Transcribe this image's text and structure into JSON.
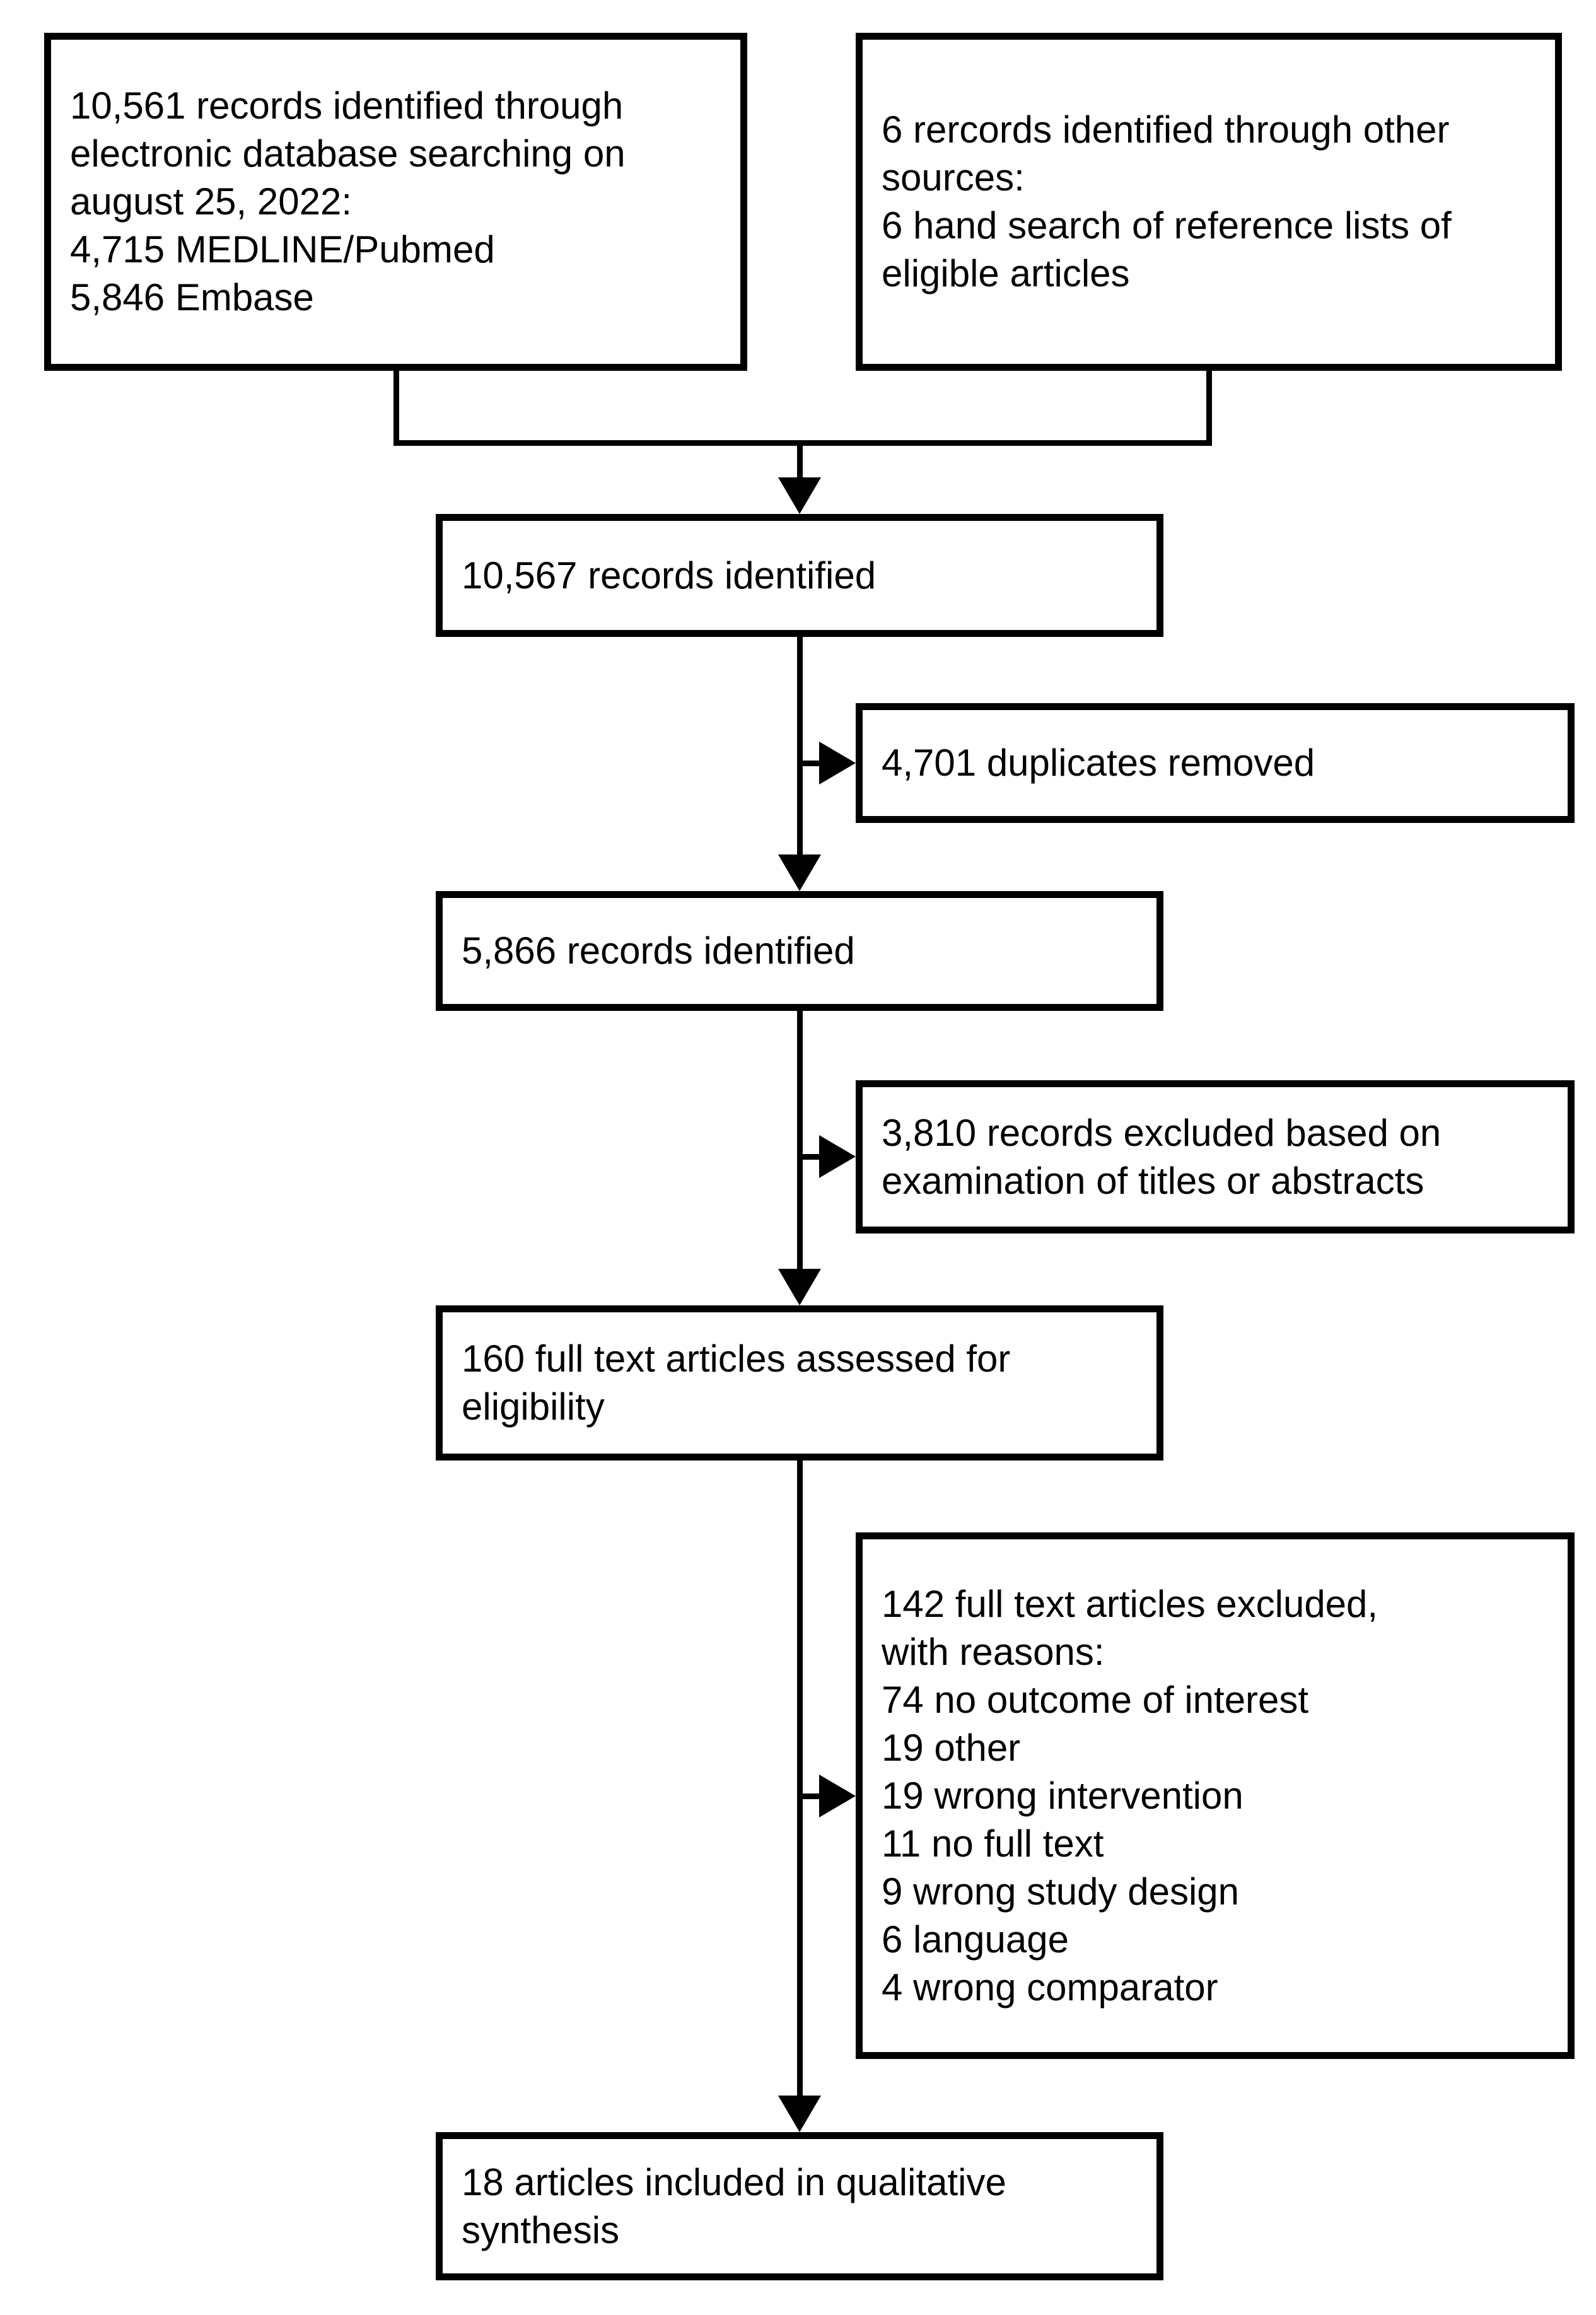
{
  "colors": {
    "line": "#000000",
    "text": "#000000",
    "background": "#ffffff"
  },
  "boxes": {
    "database_records": {
      "text": "10,561 records identified through\nelectronic database searching on\naugust 25, 2022:\n4,715 MEDLINE/Pubmed\n5,846 Embase"
    },
    "other_sources": {
      "text": "6 rercords identified through other\nsources:\n6 hand search of reference lists of\neligible articles"
    },
    "records_identified": {
      "text": "10,567 records identified"
    },
    "duplicates_removed": {
      "text": "4,701 duplicates removed"
    },
    "records_after_duplicates": {
      "text": "5,866 records identified"
    },
    "records_excluded": {
      "text": "3,810 records excluded based on\nexamination of titles or abstracts"
    },
    "fulltext_assessed": {
      "text": "160 full text articles assessed for\neligibility"
    },
    "fulltext_excluded": {
      "text": "142 full text articles excluded,\nwith reasons:\n74 no outcome of interest\n19 other\n19 wrong intervention\n11 no full text\n9 wrong study design\n6 language\n4 wrong comparator"
    },
    "included_synthesis": {
      "text": "18 articles included in qualitative\nsynthesis"
    }
  }
}
